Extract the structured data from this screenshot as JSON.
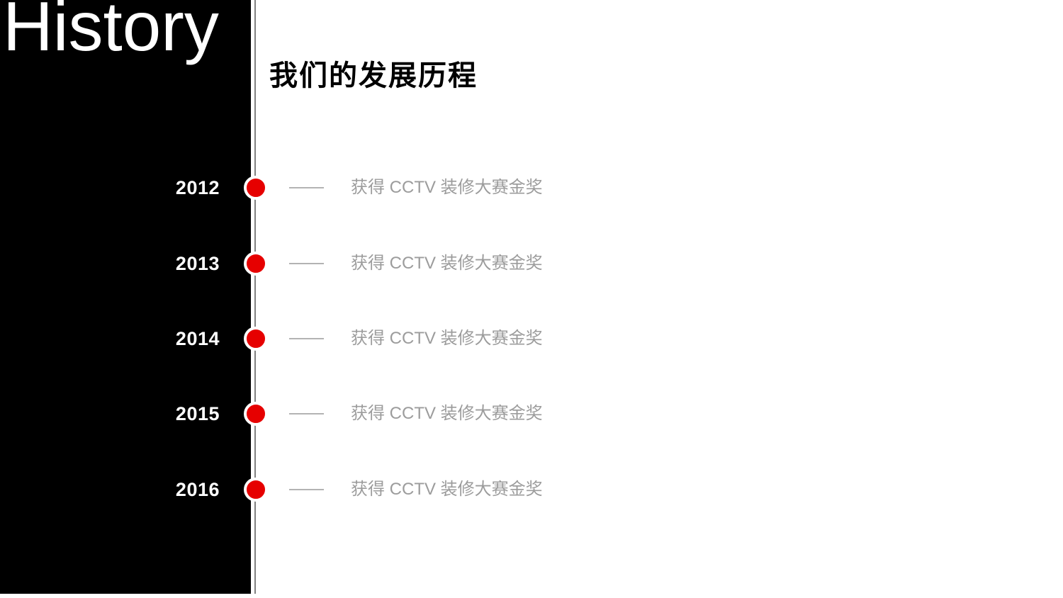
{
  "slide": {
    "sidebar_title": "History",
    "heading": "我们的发展历程"
  },
  "timeline": {
    "items": [
      {
        "year": "2012",
        "description": "获得 CCTV 装修大赛金奖"
      },
      {
        "year": "2013",
        "description": "获得 CCTV 装修大赛金奖"
      },
      {
        "year": "2014",
        "description": "获得 CCTV 装修大赛金奖"
      },
      {
        "year": "2015",
        "description": "获得 CCTV 装修大赛金奖"
      },
      {
        "year": "2016",
        "description": "获得 CCTV 装修大赛金奖"
      }
    ]
  },
  "colors": {
    "panel_bg": "#000000",
    "accent_red": "#e60000",
    "divider_gray": "#808080",
    "tick_gray": "#b3b3b3",
    "muted_text": "#9c9c9c",
    "heading_text": "#000000",
    "year_text": "#ffffff"
  }
}
